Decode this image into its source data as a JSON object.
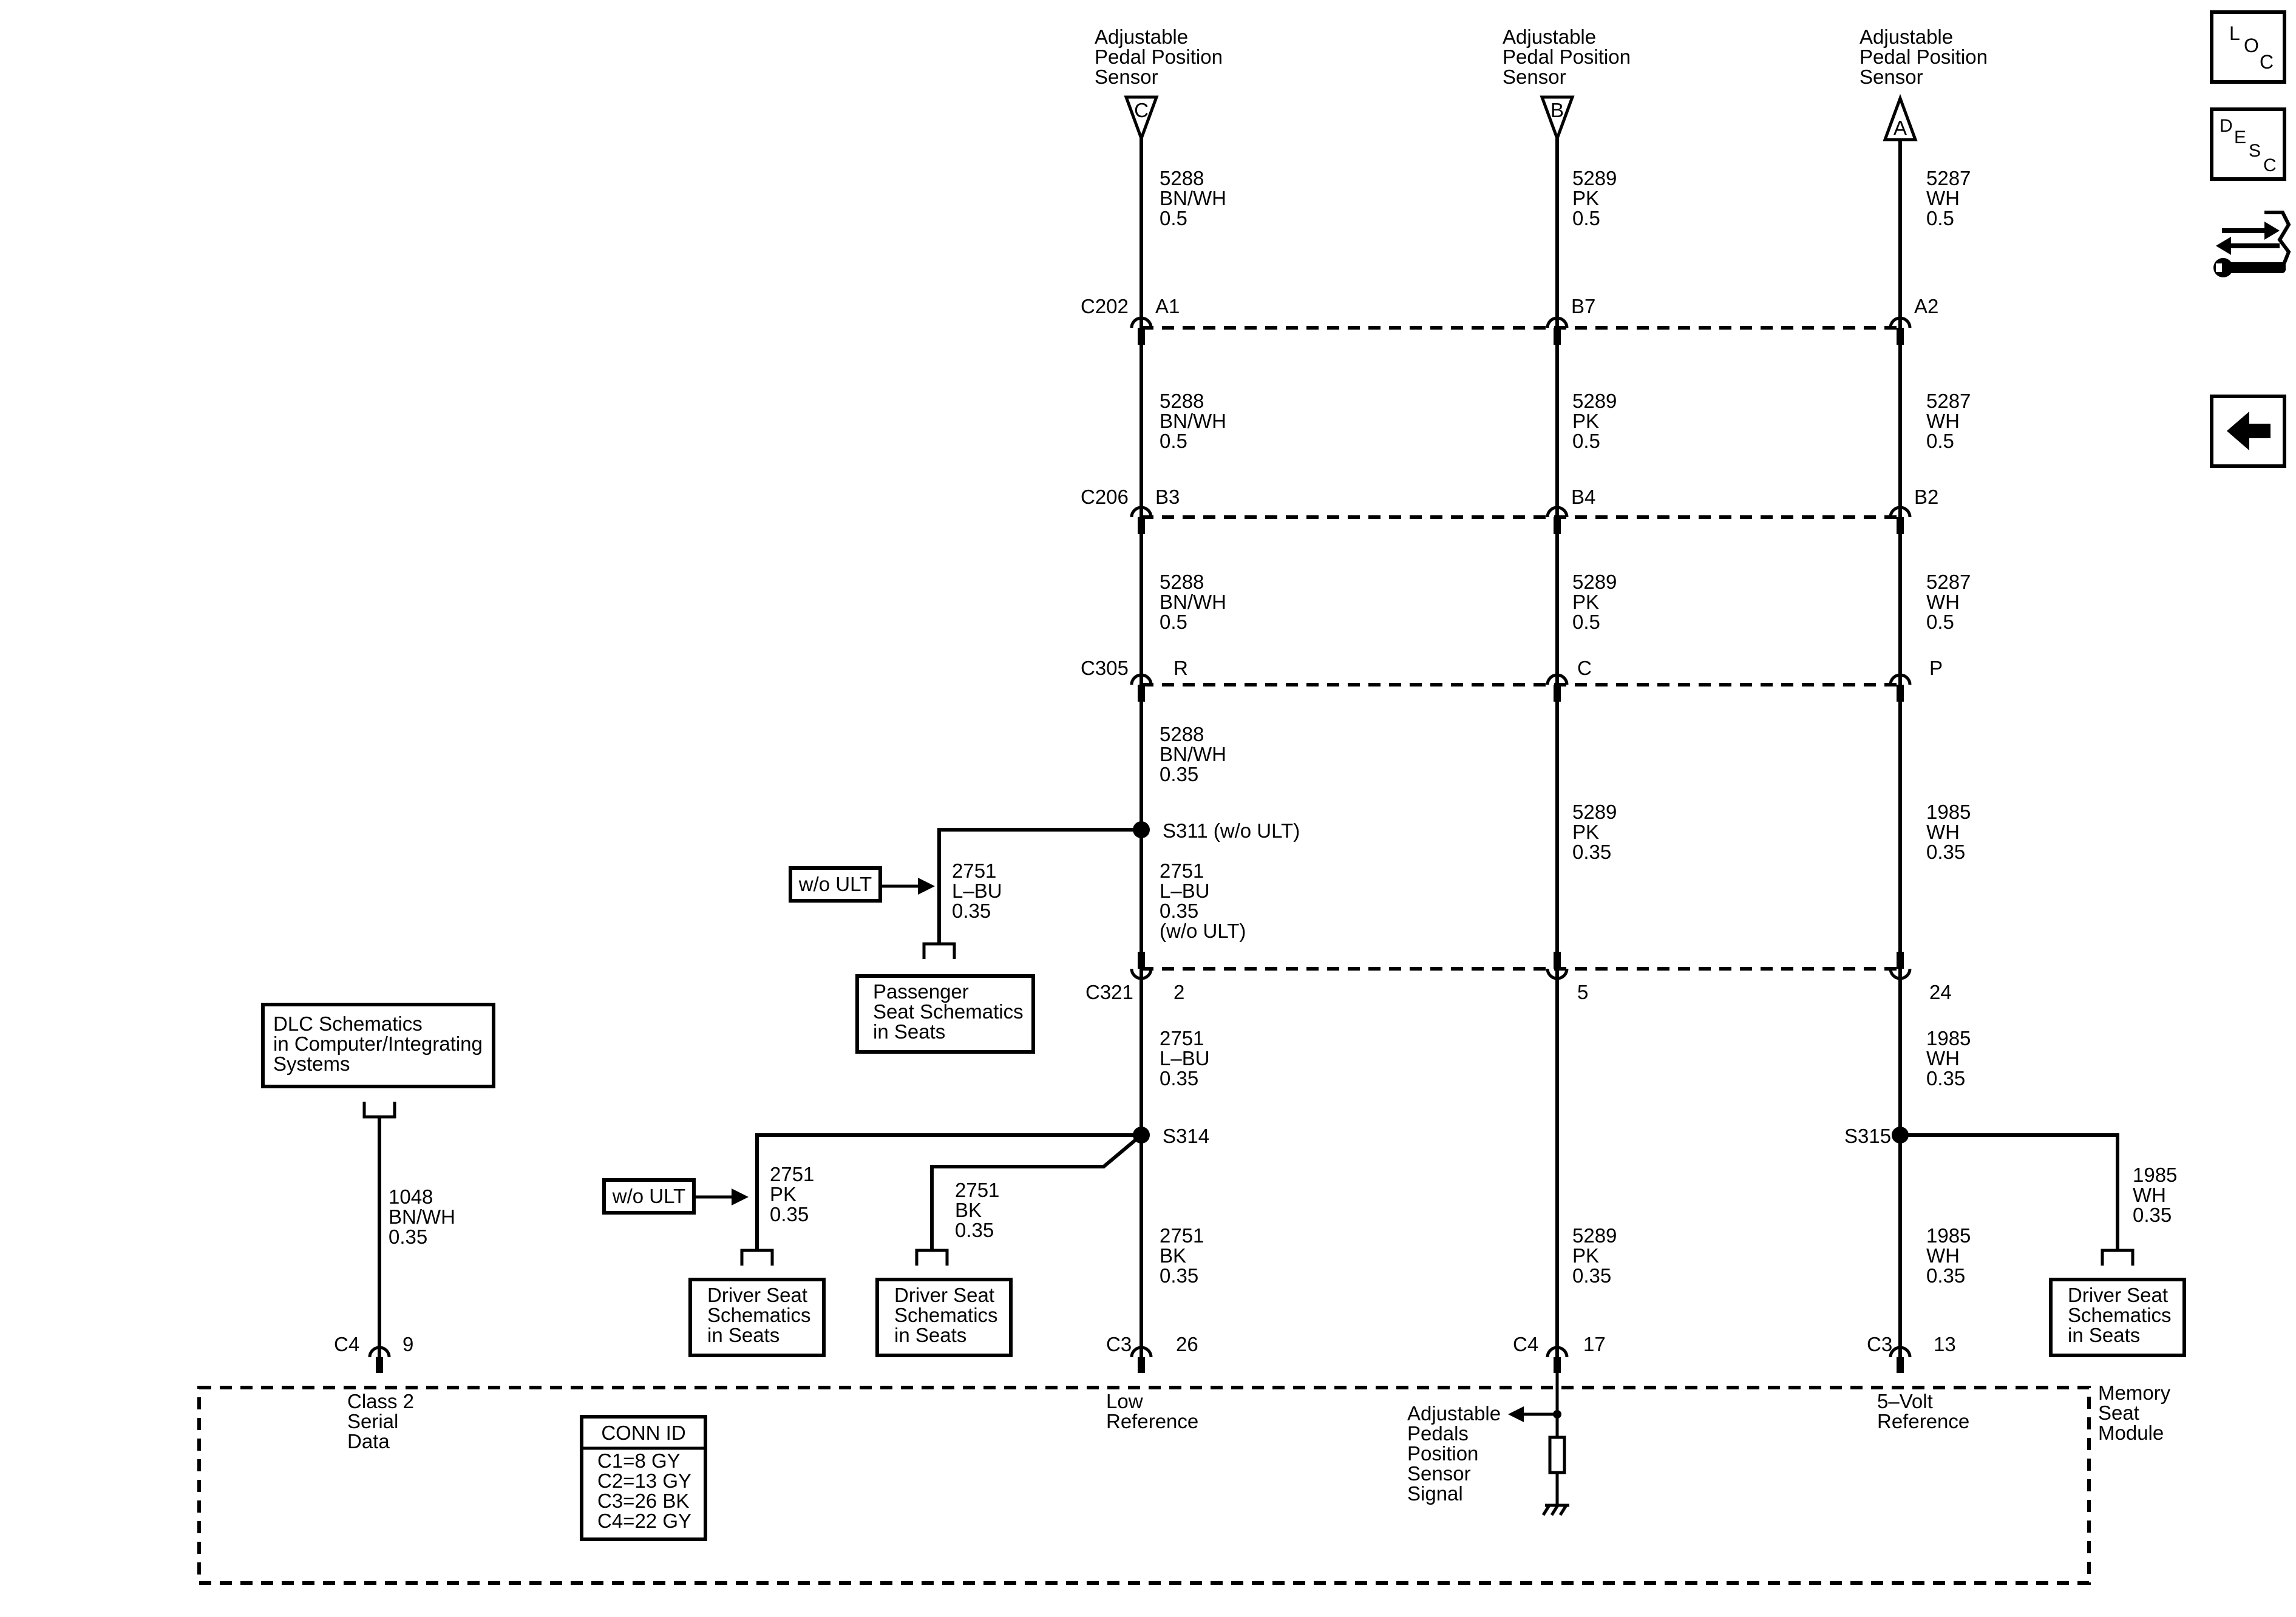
{
  "sensors": [
    {
      "pin": "C",
      "label": [
        "Adjustable",
        "Pedal Position",
        "Sensor"
      ]
    },
    {
      "pin": "B",
      "label": [
        "Adjustable",
        "Pedal Position",
        "Sensor"
      ]
    },
    {
      "pin": "A",
      "label": [
        "Adjustable",
        "Pedal Position",
        "Sensor"
      ]
    }
  ],
  "wires": {
    "c_seg1": [
      "5288",
      "BN/WH",
      "0.5"
    ],
    "c_seg2": [
      "5288",
      "BN/WH",
      "0.5"
    ],
    "c_seg3": [
      "5288",
      "BN/WH",
      "0.5"
    ],
    "c_seg4": [
      "5288",
      "BN/WH",
      "0.35"
    ],
    "c_seg5": [
      "2751",
      "L–BU",
      "0.35",
      "(w/o ULT)"
    ],
    "c_seg6": [
      "2751",
      "L–BU",
      "0.35"
    ],
    "c_seg7": [
      "2751",
      "BK",
      "0.35"
    ],
    "b_seg1": [
      "5289",
      "PK",
      "0.5"
    ],
    "b_seg2": [
      "5289",
      "PK",
      "0.5"
    ],
    "b_seg3": [
      "5289",
      "PK",
      "0.5"
    ],
    "b_seg4": [
      "5289",
      "PK",
      "0.35"
    ],
    "b_seg5": [
      "5289",
      "PK",
      "0.35"
    ],
    "a_seg1": [
      "5287",
      "WH",
      "0.5"
    ],
    "a_seg2": [
      "5287",
      "WH",
      "0.5"
    ],
    "a_seg3": [
      "5287",
      "WH",
      "0.5"
    ],
    "a_seg4": [
      "1985",
      "WH",
      "0.35"
    ],
    "a_seg5": [
      "1985",
      "WH",
      "0.35"
    ],
    "a_seg6": [
      "1985",
      "WH",
      "0.35"
    ],
    "a_branch": [
      "1985",
      "WH",
      "0.35"
    ],
    "pass_branch": [
      "2751",
      "L–BU",
      "0.35"
    ],
    "drv_pk": [
      "2751",
      "PK",
      "0.35"
    ],
    "drv_bk": [
      "2751",
      "BK",
      "0.35"
    ],
    "dlc": [
      "1048",
      "BN/WH",
      "0.35"
    ]
  },
  "connectors": {
    "c202": {
      "name": "C202",
      "pins": [
        "A1",
        "B7",
        "A2"
      ]
    },
    "c206": {
      "name": "C206",
      "pins": [
        "B3",
        "B4",
        "B2"
      ]
    },
    "c305": {
      "name": "C305",
      "pins": [
        "R",
        "C",
        "P"
      ]
    },
    "c321": {
      "name": "C321",
      "pins": [
        "2",
        "5",
        "24"
      ]
    }
  },
  "splices": {
    "s311": "S311 (w/o ULT)",
    "s314": "S314",
    "s315": "S315"
  },
  "options": {
    "wo_ult": "w/o ULT"
  },
  "ref_boxes": {
    "dlc": [
      "DLC Schematics",
      "in Computer/Integrating",
      "Systems"
    ],
    "passenger": [
      "Passenger",
      "Seat Schematics",
      "in Seats"
    ],
    "driver": [
      "Driver Seat",
      "Schematics",
      "in Seats"
    ]
  },
  "module": {
    "name": [
      "Memory",
      "Seat",
      "Module"
    ],
    "pins": [
      {
        "conn": "C4",
        "pin": "9",
        "label": [
          "Class 2",
          "Serial",
          "Data"
        ]
      },
      {
        "conn": "C3",
        "pin": "26",
        "label": [
          "Low",
          "Reference"
        ]
      },
      {
        "conn": "C4",
        "pin": "17",
        "label": [
          "Adjustable",
          "Pedals",
          "Position",
          "Sensor",
          "Signal"
        ]
      },
      {
        "conn": "C3",
        "pin": "13",
        "label": [
          "5–Volt",
          "Reference"
        ]
      }
    ],
    "conn_id": {
      "title": "CONN ID",
      "rows": [
        "C1=8 GY",
        "C2=13 GY",
        "C3=26 BK",
        "C4=22 GY"
      ]
    }
  },
  "side_buttons": {
    "loc": [
      "L",
      "O",
      "C"
    ],
    "desc": [
      "D",
      "E",
      "S",
      "C"
    ]
  }
}
